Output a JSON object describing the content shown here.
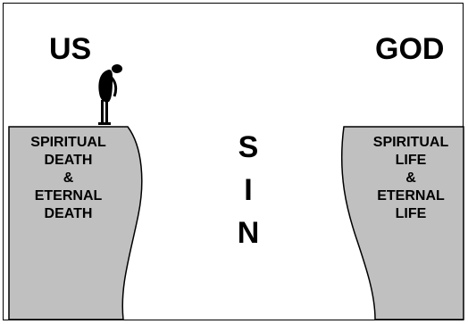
{
  "left_heading": "US",
  "right_heading": "GOD",
  "left_cliff": {
    "lines": [
      "SPIRITUAL",
      "DEATH",
      "&",
      "ETERNAL",
      "DEATH"
    ]
  },
  "right_cliff": {
    "lines": [
      "SPIRITUAL",
      "LIFE",
      "&",
      "ETERNAL",
      "LIFE"
    ]
  },
  "gap": {
    "letters": [
      "S",
      "I",
      "N"
    ]
  },
  "colors": {
    "cliff_fill": "#c0c0c0",
    "outline": "#000000",
    "background": "#ffffff"
  },
  "icons": {
    "person": "sad-person-icon"
  }
}
